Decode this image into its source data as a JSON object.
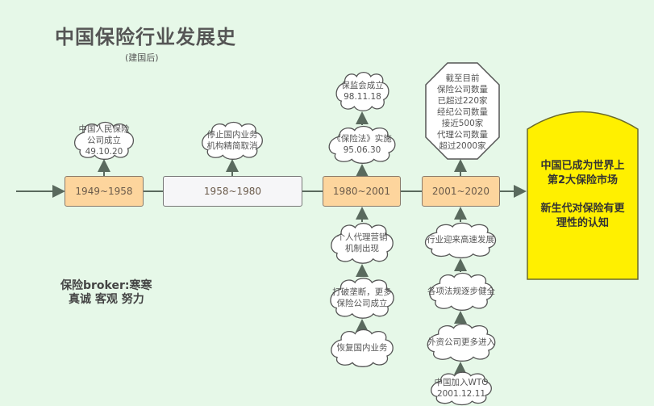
{
  "title": "中国保险行业发展史",
  "subtitle": "(建国后)",
  "periods": [
    {
      "label": "1949~1958"
    },
    {
      "label": "1958~1980"
    },
    {
      "label": "1980~2001"
    },
    {
      "label": "2001~2020"
    }
  ],
  "events": {
    "p1_above": "中国人民保险\n公司成立\n49.10.20",
    "p2_above": "停止国内业务\n机构精简取消",
    "p3_above": [
      "保监会成立\n98.11.18",
      "《保险法》实施\n95.06.30"
    ],
    "p3_below": [
      "个人代理营销\n机制出现",
      "打破垄断，更多\n保险公司成立",
      "恢复国内业务"
    ],
    "p4_above": "截至目前\n保险公司数量\n已超过220家\n经纪公司数量\n接近500家\n代理公司数量\n超过2000家",
    "p4_below": [
      "行业迎来高速发展",
      "各项法规逐步健全",
      "外资公司更多进入",
      "中国加入WTO\n2001.12.11"
    ]
  },
  "goal": {
    "line1": "中国已成为世界上\n第2大保险市场",
    "line2": "新生代对保险有更\n理性的认知"
  },
  "signature": {
    "name": "保险broker:寒寒",
    "motto": "真诚 客观 努力"
  },
  "colors": {
    "background": "#e6f8e8",
    "period": "#fdd59d",
    "goal": "#fff000",
    "line": "#5a6a5e"
  }
}
